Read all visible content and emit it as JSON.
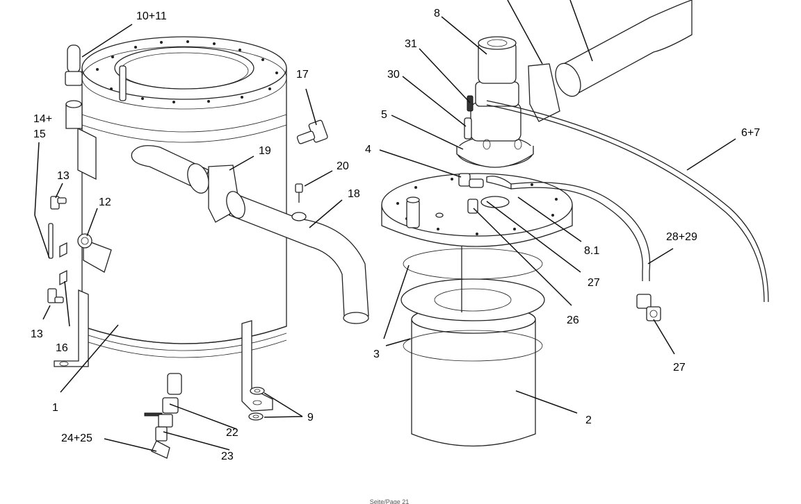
{
  "diagram": {
    "labels": {
      "l1": "1",
      "l2": "2",
      "l3a": "3",
      "l3b": "3",
      "l4": "4",
      "l5": "5",
      "l67": "6+7",
      "l8": "8",
      "l81": "8.1",
      "l9": "9",
      "l1011": "10+11",
      "l12": "12",
      "l13a": "13",
      "l13b": "13",
      "l1415a": "14+",
      "l1415b": "15",
      "l16": "16",
      "l17": "17",
      "l18": "18",
      "l19": "19",
      "l20": "20",
      "l22": "22",
      "l23": "23",
      "l2425": "24+25",
      "l26": "26",
      "l27a": "27",
      "l27b": "27",
      "l2829": "28+29",
      "l30": "30",
      "l31": "31"
    },
    "footer": "Seite/Page 21"
  }
}
